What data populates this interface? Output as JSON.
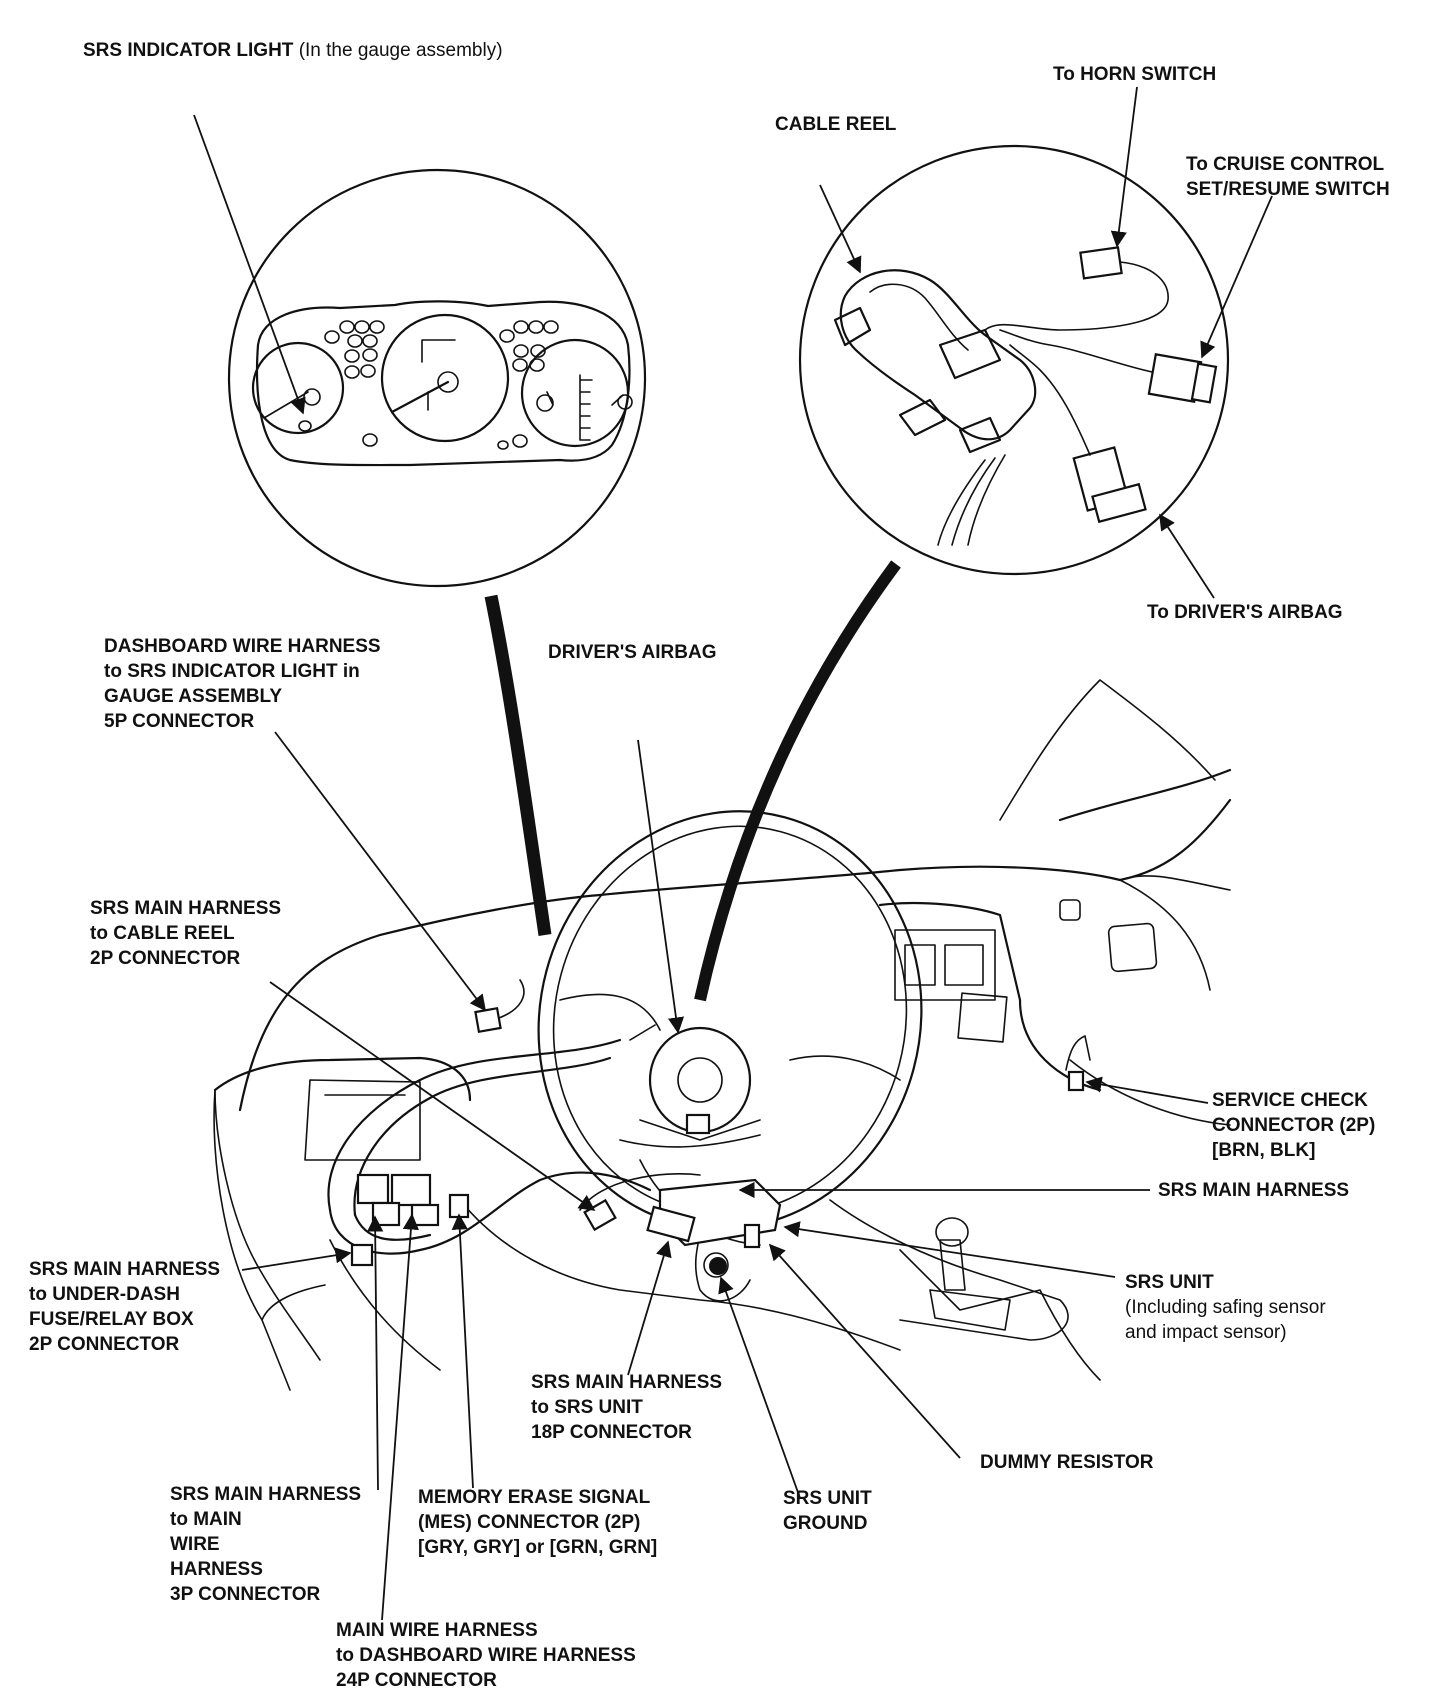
{
  "labels": {
    "srs_indicator": {
      "main": "SRS INDICATOR LIGHT",
      "note": "(In the gauge assembly)"
    },
    "horn_switch": "To HORN SWITCH",
    "cable_reel": "CABLE REEL",
    "cruise_control": [
      "To CRUISE CONTROL",
      "SET/RESUME SWITCH"
    ],
    "to_drivers_airbag": "To DRIVER'S AIRBAG",
    "dashboard_harness": [
      "DASHBOARD WIRE HARNESS",
      "to SRS INDICATOR LIGHT in",
      "GAUGE ASSEMBLY",
      "5P CONNECTOR"
    ],
    "drivers_airbag": "DRIVER'S AIRBAG",
    "srs_main_cable_reel": [
      "SRS MAIN HARNESS",
      "to CABLE REEL",
      "2P CONNECTOR"
    ],
    "service_check": [
      "SERVICE CHECK",
      "CONNECTOR (2P)",
      "[BRN, BLK]"
    ],
    "srs_main_harness": "SRS MAIN HARNESS",
    "srs_main_fuse": [
      "SRS MAIN HARNESS",
      "to UNDER-DASH",
      "FUSE/RELAY BOX",
      "2P CONNECTOR"
    ],
    "srs_unit": {
      "main": "SRS UNIT",
      "note": [
        "(Including safing sensor",
        "and impact sensor)"
      ]
    },
    "srs_main_18p": [
      "SRS MAIN HARNESS",
      "to SRS UNIT",
      "18P CONNECTOR"
    ],
    "dummy_resistor": "DUMMY RESISTOR",
    "srs_main_3p": [
      "SRS MAIN HARNESS",
      "to MAIN",
      "WIRE",
      "HARNESS",
      "3P CONNECTOR"
    ],
    "mes_connector": [
      "MEMORY ERASE SIGNAL",
      "(MES) CONNECTOR (2P)",
      "[GRY, GRY] or [GRN, GRN]"
    ],
    "srs_unit_ground": [
      "SRS UNIT",
      "GROUND"
    ],
    "main_wire_24p": [
      "MAIN WIRE HARNESS",
      "to DASHBOARD WIRE HARNESS",
      "24P CONNECTOR"
    ]
  }
}
